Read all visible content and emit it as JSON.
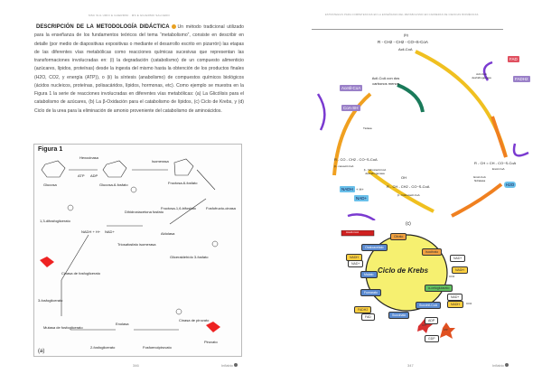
{
  "left_page": {
    "header": "MSC SUL URIO E GUERRINI  ·  MS E GILIERMO SALCEDO",
    "heading": "DESCRIPCIÓN DE LA METODOLOGÍA DIDÁCTICA",
    "body": "Un método tradicional utilizado para la enseñanza de los fundamentos teóricos del tema “metabolismo”, consiste en describir en detalle (por medio de diapositivas expositivas o mediante el desarrollo escrito en pizarrón) las etapas de las diferentes vías metabólicas como reacciones químicas sucesivas que representan las transformaciones involucradas en: (i) la degradación (catabolismo) de un compuesto alimenticio (azúcares, lípidos, proteínas) desde la ingesta del mismo hasta la obtención de los productos finales (H2O, CO2, y energía (ATP)), o (ii) la síntesis (anabolismo) de compuestos químicos biológicos (ácidos nucleicos, proteínas, polisacáridos, lípidos, hormonas, etc). Como ejemplo se muestra en la Figura 1 la serie de reacciones involucradas en diferentes vías metabólicas: (a) La Glicólisis para el catabolismo de azúcares, (b) La β-Oxidación para el catabolismo de lípidos, (c) Ciclo de Krebs, y (d) Ciclo de la urea para la eliminación de amonio proveniente del catabolismo de aminoácidos.",
    "figure_title": "Figura 1",
    "figure_panel": "(a)",
    "figure_labels": [
      "Glucosa",
      "Glucosa-6-fosfato",
      "Fructosa-6-fosfato",
      "Fructosa-1,6-bifosfato",
      "Fosfofructo-cinasa",
      "Isomerasa",
      "Aldolasa",
      "Triosafosfato isomerasa",
      "Dihidroxiacetona fosfato",
      "Gliceraldehído 3-fosfato",
      "1,3-difosfoglicerato",
      "3-fosfoglicerato",
      "2-fosfoglicerato",
      "Fosfoenolpiruvato",
      "Piruvato",
      "Hexocinasa",
      "ATP",
      "ADP",
      "NAD+",
      "NADH + H+",
      "Enolasa",
      "Cinasa de piruvato",
      "Mutasa de fosfoglicerato",
      "Cinasa de fosfoglicerato"
    ],
    "page_number": "346",
    "footer_brand": "Inflabio"
  },
  "right_page": {
    "header": "ESTRATEGIAS PARA COMPETENCIAS EN LA ENSEÑANZA DEL METABOLISMO EN CARRERAS DE CIENCIAS BIOMÉDICAS",
    "beta_ox": {
      "panel": "(b)",
      "acil_coa": "R - CH2 - CH2 - CO~S-CoA",
      "acil_coa_name": "Acil-CoA",
      "acil_coa_short": "Acil-CoA con dos carbonos menos",
      "fad": "FAD",
      "fadh2": "FADH2",
      "dehydrogenase": "Acil-CoA deshidrogenasa",
      "enoyl": "R - CH = CH - CO~S-CoA",
      "enoyl_name": "Enoil-CoA",
      "hydratase": "Enoil-CoA hidratasa",
      "h2o": "H2O",
      "hydroxy": "R - CH - CH2 - CO~S-CoA",
      "hydroxy_oh": "OH",
      "hydroxy_name": "β - hidroxiacil-CoA",
      "hydroxy_dh": "β - hidroxiacil-CoA deshidrogenasa",
      "nad": "NAD+",
      "nadh": "NADH",
      "hplus": "+ H+",
      "keto": "R - CO - CH2 - CO~S-CoA",
      "keto_name": "β - cetoacil-CoA",
      "thiolase": "Tiolasa",
      "acetyl": "Acetil-CoA",
      "coa": "CoA-SH"
    },
    "panel_c": "(c)",
    "krebs": {
      "title": "Ciclo de Krebs",
      "intermediates": [
        "Citrato",
        "Isocitrato",
        "α-cetoglutarato",
        "Succinil-CoA",
        "Succinato",
        "Fumarato",
        "Malato",
        "Oxaloacetato"
      ],
      "acetyl": "Acetil-CoA",
      "cofactors": [
        "NAD+",
        "NADH",
        "NAD+",
        "NADH",
        "NAD+",
        "NADH",
        "FAD",
        "FADH2",
        "GDP",
        "GTP",
        "ATP",
        "ADP",
        "CO2",
        "CO2"
      ]
    },
    "page_number": "347",
    "footer_brand": "Inflabio"
  }
}
